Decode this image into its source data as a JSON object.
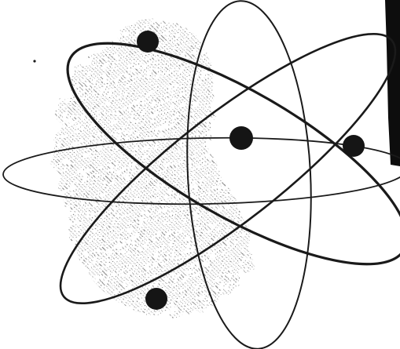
{
  "illustration": {
    "subject": "atom-symbol",
    "colors": {
      "background": "#ffffff",
      "ink": "#1a1a1a",
      "nucleus": "#151515",
      "stipple": "#8a8a8a",
      "corner_block": "#0d0d0d"
    },
    "orbits": [
      {
        "id": "horizontal-orbit"
      },
      {
        "id": "vertical-orbit"
      },
      {
        "id": "descending-diagonal-orbit"
      },
      {
        "id": "ascending-diagonal-orbit"
      }
    ],
    "electrons": [
      {
        "id": "electron-top-left"
      },
      {
        "id": "electron-right"
      },
      {
        "id": "electron-bottom"
      }
    ]
  }
}
